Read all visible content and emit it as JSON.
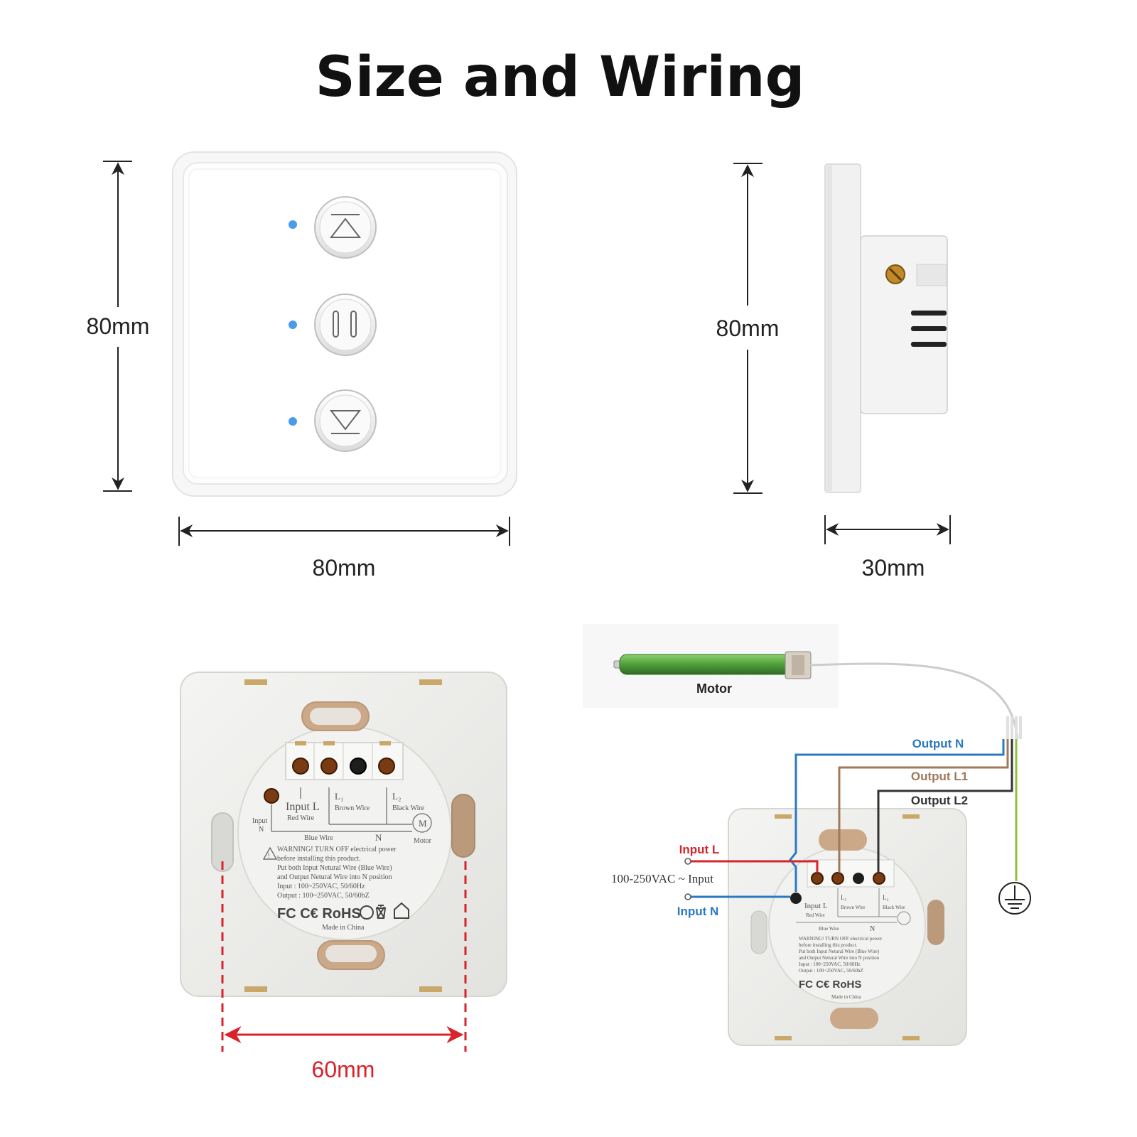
{
  "title": "Size and Wiring",
  "front_view": {
    "height_label": "80mm",
    "width_label": "80mm"
  },
  "side_view": {
    "height_label": "80mm",
    "depth_label": "30mm"
  },
  "back_view": {
    "spacing_label": "60mm",
    "input_l": "Input L",
    "red_wire": "Red Wire",
    "input": "Input",
    "n_small": "N",
    "l1": "L₁",
    "brown_wire": "Brown Wire",
    "l2": "L₂",
    "black_wire": "Black Wire",
    "blue_wire": "Blue Wire",
    "n_label": "N",
    "motor_symbol": "M",
    "motor_label": "Motor",
    "warning_1": "WARNING! TURN OFF electrical power",
    "warning_2": "before installing this product.",
    "warning_3": "Put both Input Netural Wire (Blue Wire)",
    "warning_4": "and Output Netural Wire into N position",
    "warning_5": "Input : 100~250VAC, 50/60Hz",
    "warning_6": "Output : 100~250VAC, 50/60hZ",
    "cert_marks": "FC C€ RoHS",
    "made_in": "Made in China"
  },
  "wiring": {
    "motor_label": "Motor",
    "output_n": "Output N",
    "output_l1": "Output L1",
    "output_l2": "Output L2",
    "input_l": "Input L",
    "input_voltage": "100-250VAC ~ Input",
    "input_n": "Input N"
  },
  "colors": {
    "blue_wire": "#2a79c2",
    "brown_wire": "#a0785a",
    "black_wire": "#333333",
    "red_wire": "#d8232a",
    "earth_wire": "#8fc23a",
    "led": "#4a9bf0"
  }
}
